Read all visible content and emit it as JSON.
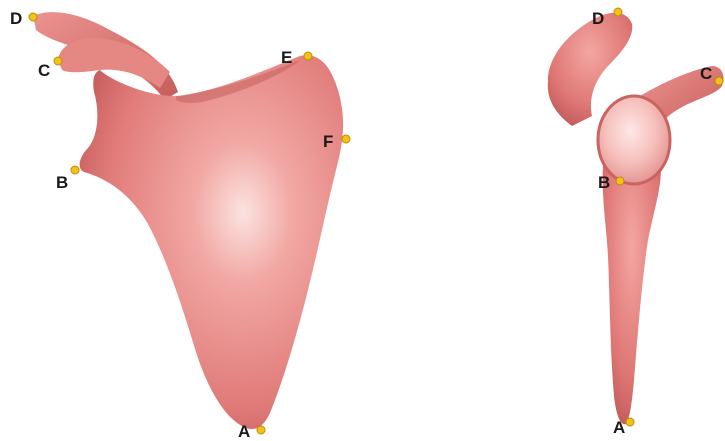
{
  "figure": {
    "views": [
      {
        "id": "anterior",
        "landmarks": [
          "D",
          "C",
          "B",
          "E",
          "F",
          "A"
        ]
      },
      {
        "id": "lateral",
        "landmarks": [
          "D",
          "C",
          "B",
          "A"
        ]
      }
    ],
    "colors": {
      "bone": "#e07a78",
      "bone_dark": "#b9504f",
      "bone_light": "#f7c4c0",
      "marker": "#f3c21a",
      "label": "#1a1a1a"
    }
  }
}
